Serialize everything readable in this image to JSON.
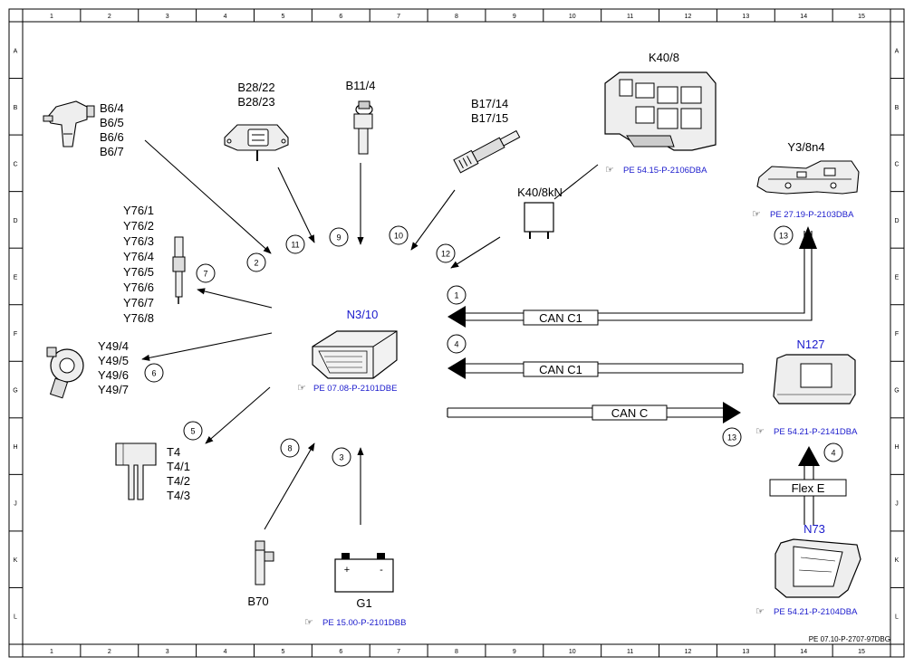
{
  "grid": {
    "columns": [
      "1",
      "2",
      "3",
      "4",
      "5",
      "6",
      "7",
      "8",
      "9",
      "10",
      "11",
      "12",
      "13",
      "14",
      "15"
    ],
    "rows": [
      "A",
      "B",
      "C",
      "D",
      "E",
      "F",
      "G",
      "H",
      "J",
      "K",
      "L"
    ]
  },
  "central_unit": {
    "label": "N3/10",
    "reference": "PE 07.08-P-2101DBE"
  },
  "component_labels": {
    "b6": [
      "B6/4",
      "B6/5",
      "B6/6",
      "B6/7"
    ],
    "b28": [
      "B28/22",
      "B28/23"
    ],
    "b11": "B11/4",
    "b17": [
      "B17/14",
      "B17/15"
    ],
    "k40_8": "K40/8",
    "k40_8_ref": "PE 54.15-P-2106DBA",
    "k40_8kn": "K40/8kN",
    "y3": "Y3/8n4",
    "y3_ref": "PE 27.19-P-2103DBA",
    "y76": [
      "Y76/1",
      "Y76/2",
      "Y76/3",
      "Y76/4",
      "Y76/5",
      "Y76/6",
      "Y76/7",
      "Y76/8"
    ],
    "y49": [
      "Y49/4",
      "Y49/5",
      "Y49/6",
      "Y49/7"
    ],
    "t4": [
      "T4",
      "T4/1",
      "T4/2",
      "T4/3"
    ],
    "b70": "B70",
    "g1": "G1",
    "g1_ref": "PE 15.00-P-2101DBB",
    "g1_plus": "+",
    "g1_minus": "-",
    "n127": "N127",
    "n127_ref": "PE 54.21-P-2141DBA",
    "n73": "N73",
    "n73_ref": "PE 54.21-P-2104DBA"
  },
  "bus_labels": {
    "can_c1_top": "CAN C1",
    "can_c1_mid": "CAN C1",
    "can_c": "CAN C",
    "flex_e": "Flex E"
  },
  "signal_numbers": [
    "1",
    "2",
    "3",
    "4",
    "5",
    "6",
    "7",
    "8",
    "9",
    "10",
    "11",
    "12",
    "13",
    "13",
    "4"
  ],
  "footer_code": "PE 07.10-P-2707-97DBG",
  "colors": {
    "reference_blue": "#1a1acc",
    "line": "#000000"
  }
}
